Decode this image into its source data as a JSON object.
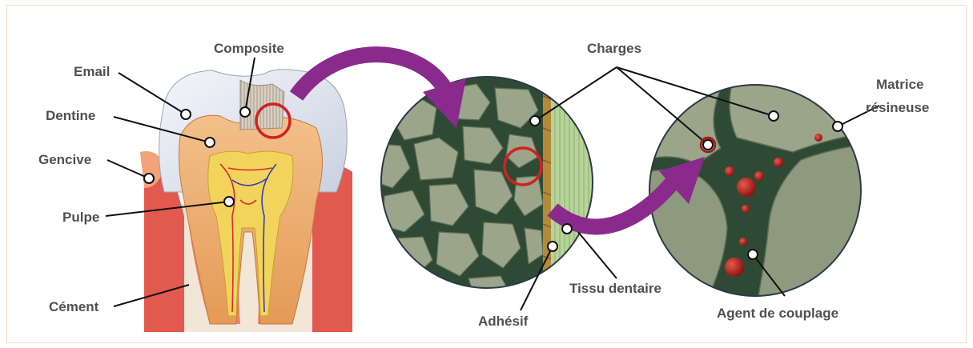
{
  "labels": {
    "email": "Email",
    "composite": "Composite",
    "dentine": "Dentine",
    "gencive": "Gencive",
    "pulpe": "Pulpe",
    "cement": "Cément",
    "charges": "Charges",
    "matrice_line1": "Matrice",
    "matrice_line2": "résineuse",
    "tissu": "Tissu dentaire",
    "adhesif": "Adhésif",
    "agent": "Agent de couplage"
  },
  "colors": {
    "text": "#505050",
    "arrow": "#8a2a8c",
    "highlight_circle": "#d42020",
    "filler_particle": "#9aa58a",
    "resin_matrix": "#2f4a34",
    "coupling_agent": "#a01818",
    "enamel": "#dfe4ee",
    "dentine": "#e8a96a",
    "pulp": "#f2d45c",
    "gum": "#e25a4f",
    "bone": "#f2e6d6"
  },
  "icons": [
    "callout-pointer-dot",
    "zoom-arrow",
    "magnifier-circle"
  ]
}
